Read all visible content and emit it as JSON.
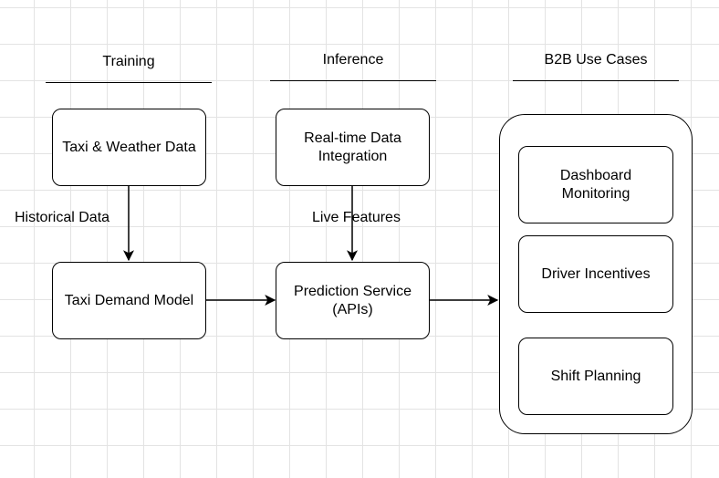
{
  "headers": {
    "training": "Training",
    "inference": "Inference",
    "b2b": "B2B Use Cases"
  },
  "nodes": {
    "taxi_weather": "Taxi & Weather Data",
    "taxi_demand": "Taxi Demand Model",
    "realtime": "Real-time Data Integration",
    "prediction": "Prediction Service (APIs)",
    "dashboard": "Dashboard Monitoring",
    "driver": "Driver Incentives",
    "shift": "Shift Planning"
  },
  "edges": {
    "historical": "Historical Data",
    "live": "Live Features"
  }
}
